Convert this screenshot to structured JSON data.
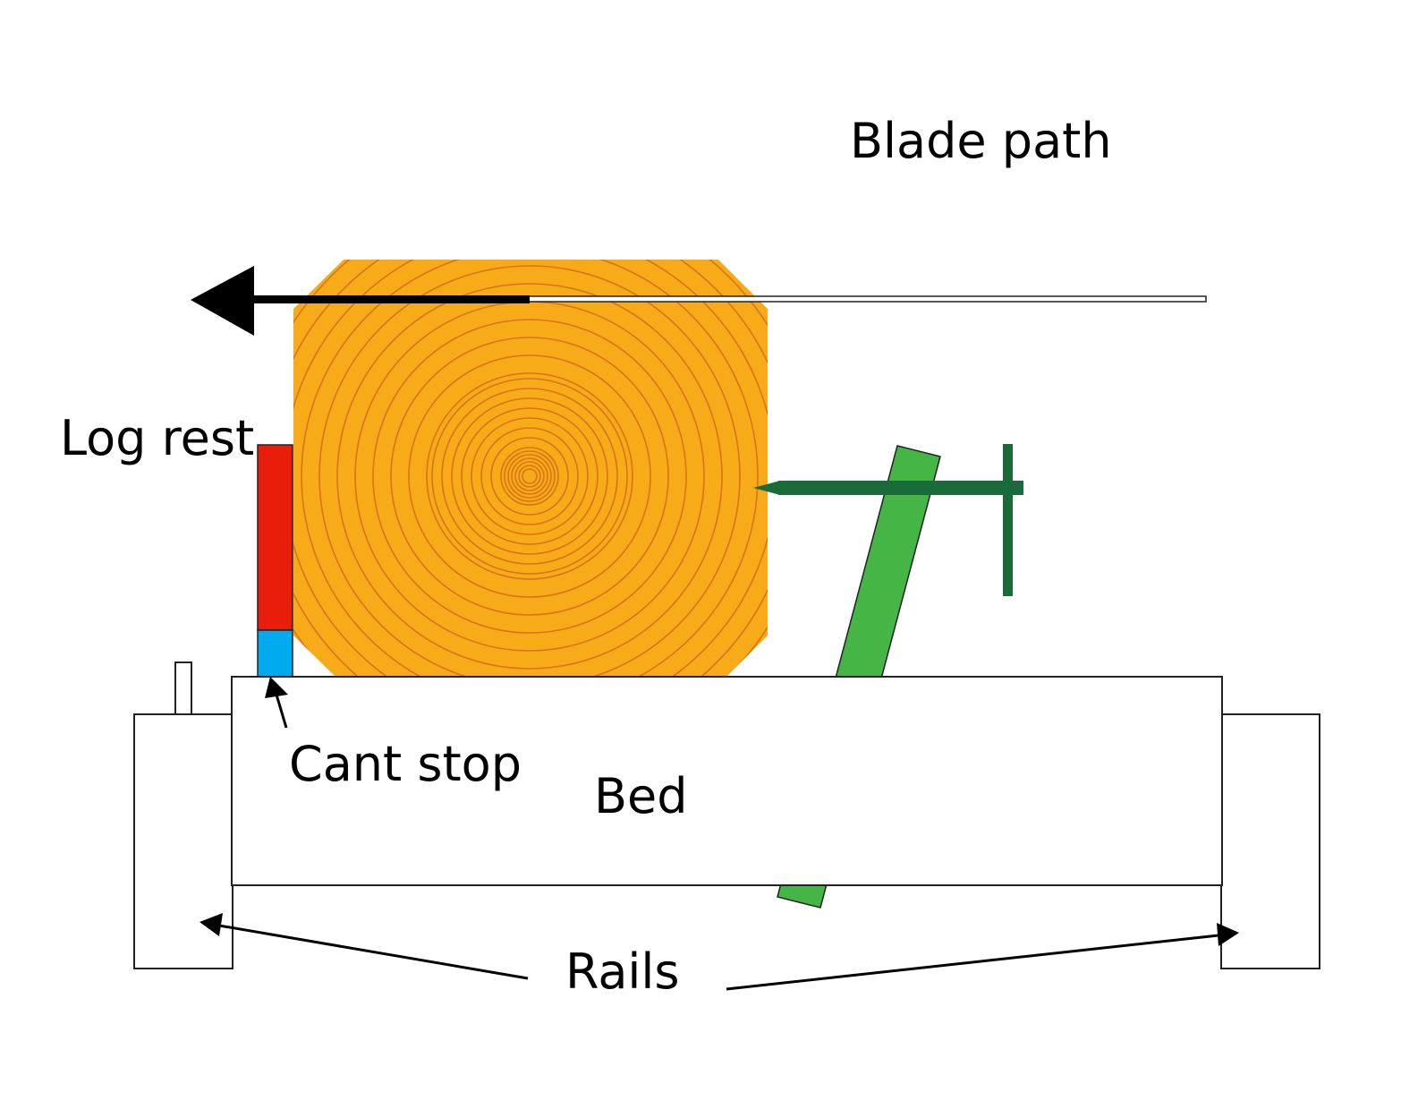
{
  "labels": {
    "blade_path": "Blade path",
    "log_rest": "Log rest",
    "cant_stop": "Cant stop",
    "bed": "Bed",
    "rails": "Rails"
  },
  "colors": {
    "log_fill": "#f7ab18",
    "log_ring": "#d8741a",
    "log_rest": "#e81e0a",
    "cant_stop": "#00aaee",
    "clamp_arm": "#45b645",
    "clamp_screw": "#1a6b3a",
    "outline": "#222222",
    "arrow": "#000000"
  }
}
